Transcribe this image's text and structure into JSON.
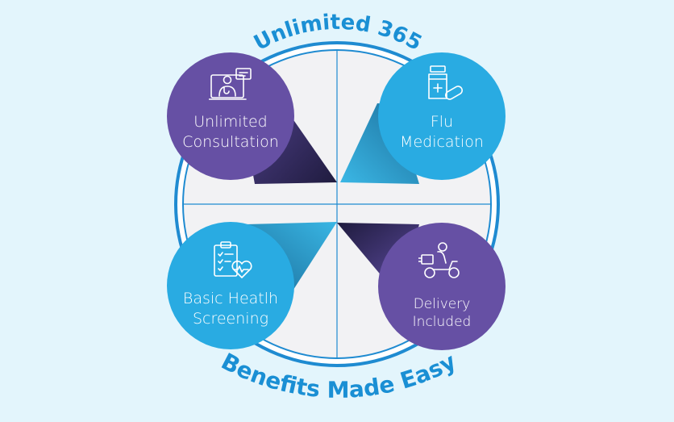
{
  "title_top": "Unlimited 365",
  "title_bottom": "Benefits Made Easy",
  "benefits": [
    {
      "label": "Unlimited\nConsultation",
      "icon": "doctor-consultation-icon",
      "color": "#6650a4"
    },
    {
      "label": "Flu\nMedication",
      "icon": "medicine-bottle-icon",
      "color": "#29abe2"
    },
    {
      "label": "Basic Heatlh\nScreening",
      "icon": "health-checklist-icon",
      "color": "#29abe2"
    },
    {
      "label": "Delivery\nIncluded",
      "icon": "delivery-scooter-icon",
      "color": "#6650a4"
    }
  ],
  "colors": {
    "background": "#e3f5fc",
    "ring_blue": "#1f8bd1",
    "title_blue": "#1a8fd4",
    "purple": "#6650a4",
    "cyan": "#29abe2",
    "disc": "#f4f4f6"
  }
}
